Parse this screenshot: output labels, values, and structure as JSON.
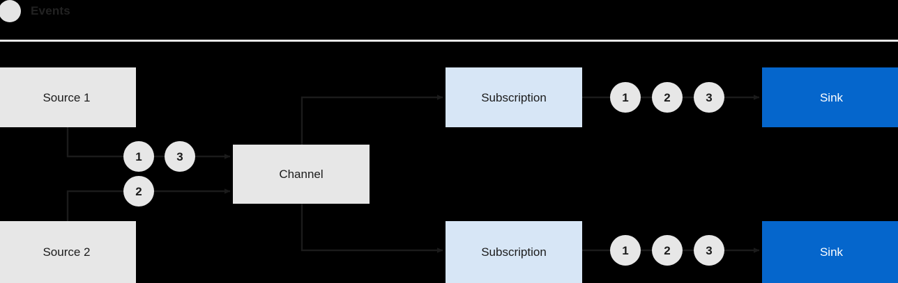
{
  "legend": {
    "dot_icon": "event-dot-icon",
    "label": "Events",
    "dot_color": "#e4e4e4",
    "label_color": "#222222"
  },
  "diagram": {
    "title": "",
    "background": "#000000",
    "palette": {
      "source": "#e7e7e7",
      "channel": "#e7e7e7",
      "subscription": "#d7e6f6",
      "sink": "#0566cc",
      "sink_text": "#ffffff",
      "edge": "#1b1b1b",
      "token": "#e7e7e7"
    },
    "nodes": [
      {
        "id": "source1",
        "label": "Source 1",
        "type": "source"
      },
      {
        "id": "source2",
        "label": "Source 2",
        "type": "source"
      },
      {
        "id": "channel",
        "label": "Channel",
        "type": "channel"
      },
      {
        "id": "subscription1",
        "label": "Subscription",
        "type": "subscription"
      },
      {
        "id": "subscription2",
        "label": "Subscription",
        "type": "subscription"
      },
      {
        "id": "sink1",
        "label": "Sink",
        "type": "sink"
      },
      {
        "id": "sink2",
        "label": "Sink",
        "type": "sink"
      }
    ],
    "tokens": {
      "source1_to_channel": [
        "1",
        "3"
      ],
      "source2_to_channel": [
        "2"
      ],
      "subscription1_to_sink1": [
        "1",
        "2",
        "3"
      ],
      "subscription2_to_sink2": [
        "1",
        "2",
        "3"
      ]
    }
  }
}
